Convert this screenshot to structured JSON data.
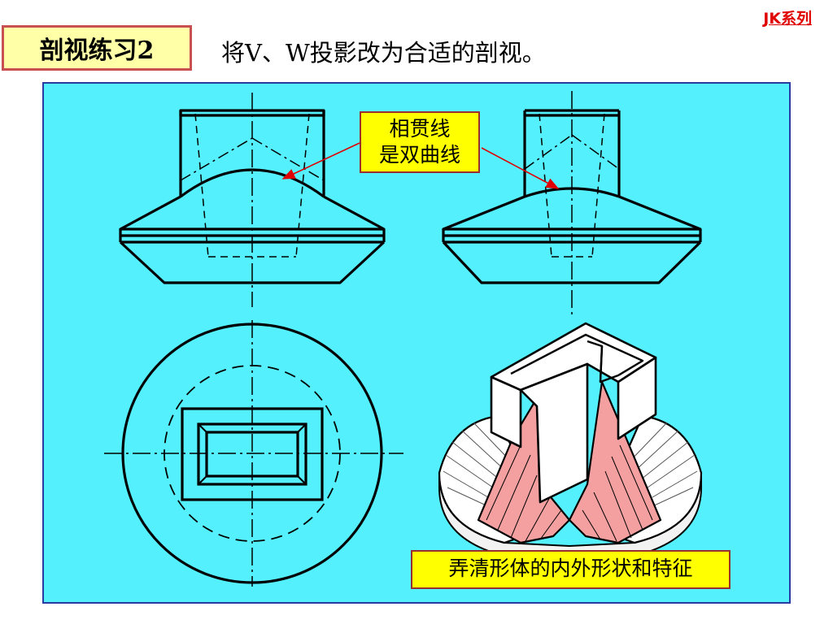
{
  "header": {
    "series_tag": "JK系列",
    "title": "剖视练习2",
    "instruction": "将V、W投影改为合适的剖视。"
  },
  "annotations": {
    "curve_note_line1": "相贯线",
    "curve_note_line2": "是双曲线",
    "feature_note": "弄清形体的内外形状和特征"
  },
  "colors": {
    "panel_background": "#55f0fe",
    "callout_fill": "#ffff00",
    "title_fill": "#ffffa8",
    "section_hatch_fill": "#f4a0a0",
    "leader_arrow": "#e00000"
  }
}
